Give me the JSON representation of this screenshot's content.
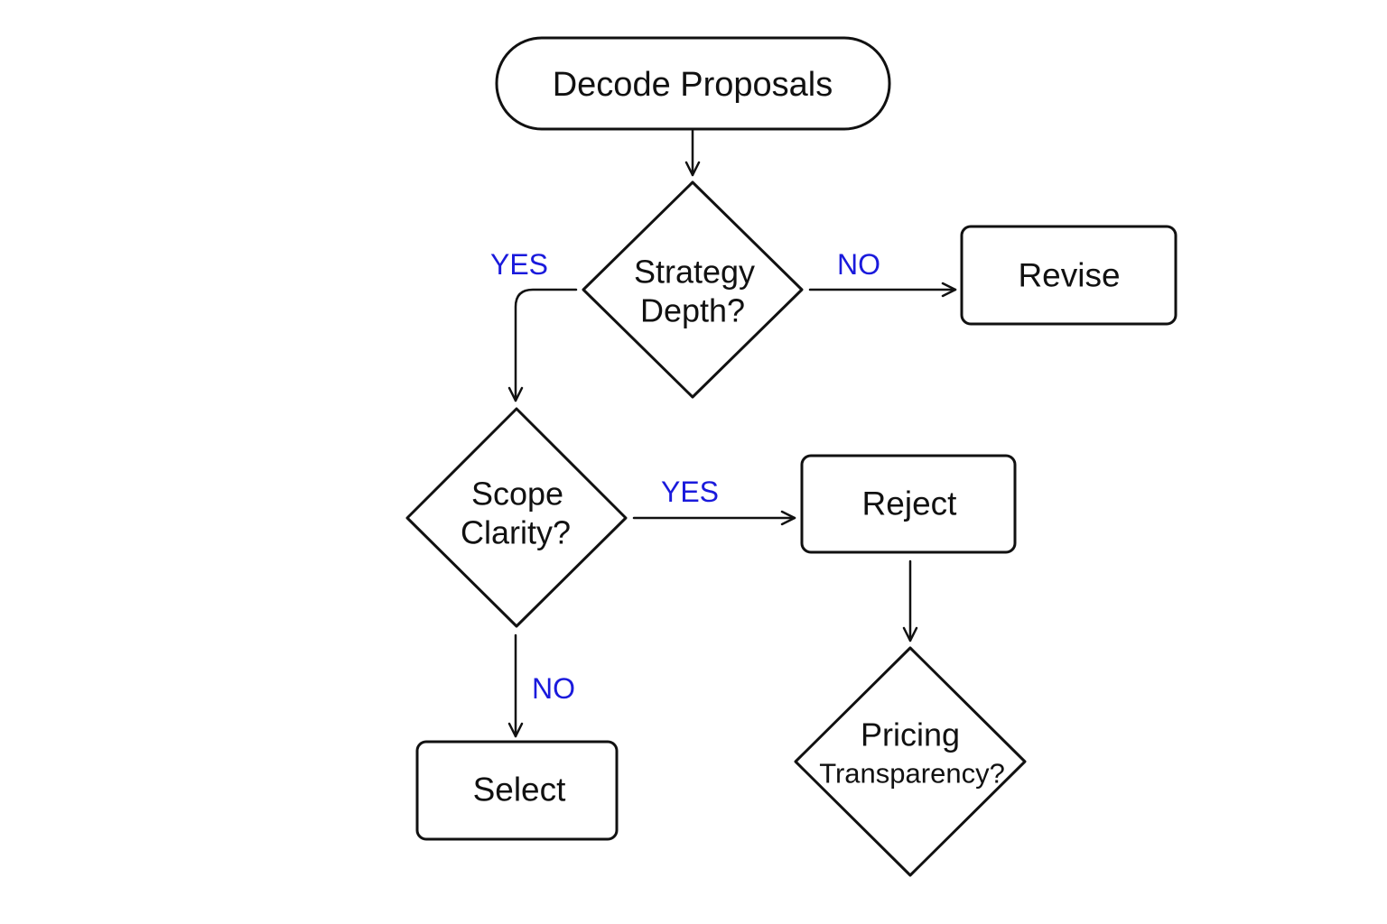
{
  "colors": {
    "stroke": "#111111",
    "label": "#1a1adc"
  },
  "nodes": {
    "start": {
      "shape": "terminal",
      "label": "Decode Proposals"
    },
    "strategy": {
      "shape": "decision",
      "line1": "Strategy",
      "line2": "Depth?"
    },
    "revise": {
      "shape": "process",
      "label": "Revise"
    },
    "scope": {
      "shape": "decision",
      "line1": "Scope",
      "line2": "Clarity?"
    },
    "reject": {
      "shape": "process",
      "label": "Reject"
    },
    "select": {
      "shape": "process",
      "label": "Select"
    },
    "pricing": {
      "shape": "decision",
      "line1": "Pricing",
      "line2": "Transparency?"
    }
  },
  "edges": {
    "strategy_yes": {
      "from": "strategy",
      "to": "scope",
      "label": "YES"
    },
    "strategy_no": {
      "from": "strategy",
      "to": "revise",
      "label": "NO"
    },
    "scope_yes": {
      "from": "scope",
      "to": "reject",
      "label": "YES"
    },
    "scope_no": {
      "from": "scope",
      "to": "select",
      "label": "NO"
    },
    "start_to_strategy": {
      "from": "start",
      "to": "strategy",
      "label": ""
    },
    "reject_to_pricing": {
      "from": "reject",
      "to": "pricing",
      "label": ""
    }
  }
}
